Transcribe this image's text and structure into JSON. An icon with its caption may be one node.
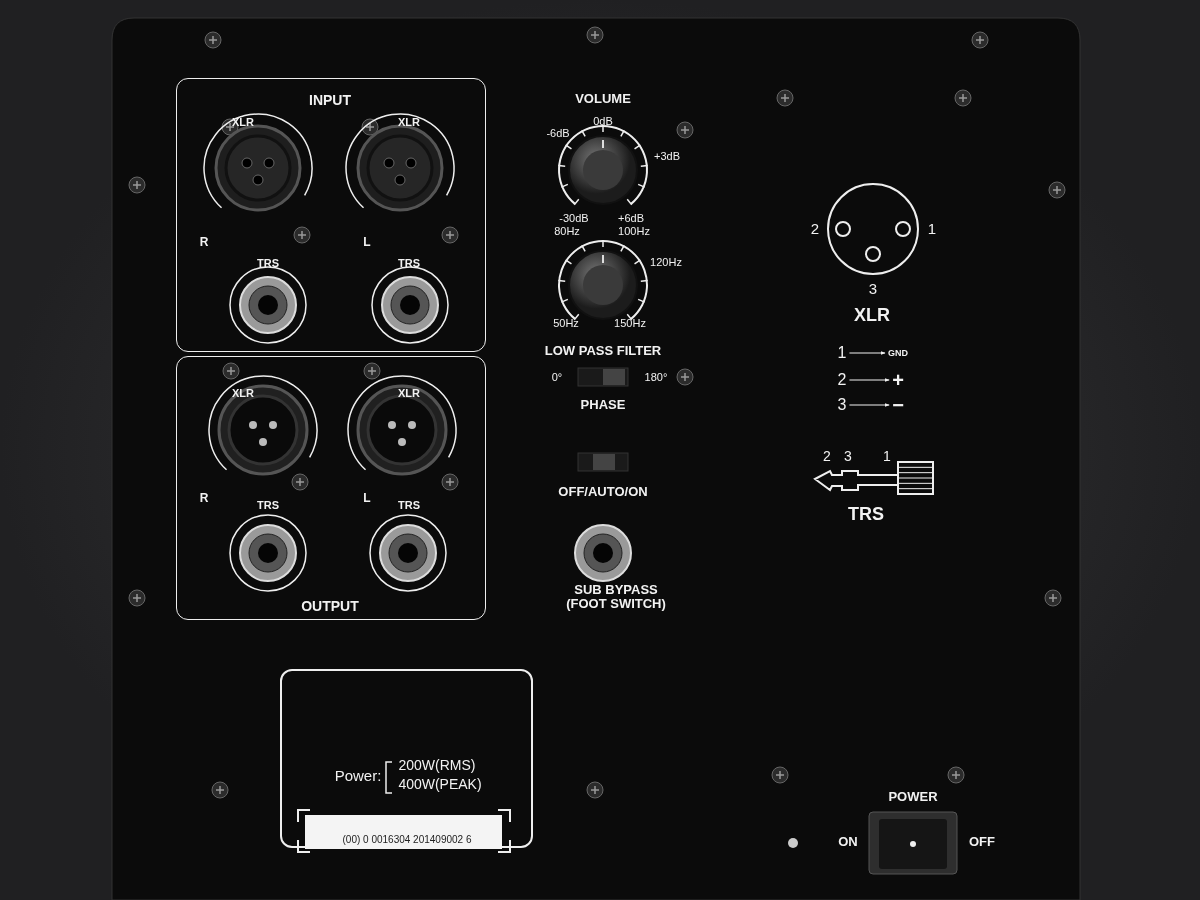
{
  "diagram": {
    "nodes": [
      {
        "text": [
          "INPUT",
          "XLR",
          "XLR",
          "R",
          "L",
          "TRS",
          "TRS"
        ]
      },
      {
        "text": [
          "XLR",
          "XLR",
          "R",
          "L",
          "TRS",
          "TRS",
          "OUTPUT"
        ]
      },
      {
        "text": [
          "200W(RMS)",
          "Power:",
          "400W(PEAK)",
          "(00) 0 0016304 201409002 6"
        ]
      },
      {
        "text": [
          "1"
        ]
      },
      {
        "text": [
          "GND"
        ]
      },
      {
        "text": [
          "2"
        ]
      },
      {
        "text": [
          "+"
        ]
      },
      {
        "text": [
          "3"
        ]
      },
      {
        "text": [
          "−"
        ]
      }
    ],
    "edges": [
      {
        "from": 3,
        "to": 4,
        "arrow": "to"
      },
      {
        "from": 5,
        "to": 6,
        "arrow": "to"
      },
      {
        "from": 7,
        "to": 8,
        "arrow": "to"
      }
    ],
    "labels": [
      "VOLUME",
      "0dB",
      "-6dB",
      "+3dB",
      "-30dB",
      "+6dB",
      "80Hz",
      "100Hz",
      "120Hz",
      "50Hz",
      "150Hz",
      "LOW PASS FILTER",
      "0°",
      "180°",
      "PHASE",
      "OFF/AUTO/ON",
      "SUB BYPASS (FOOT SWITCH)",
      "2",
      "1",
      "3",
      "XLR",
      "2",
      "3",
      "1",
      "TRS",
      "POWER",
      "ON",
      "OFF"
    ]
  }
}
